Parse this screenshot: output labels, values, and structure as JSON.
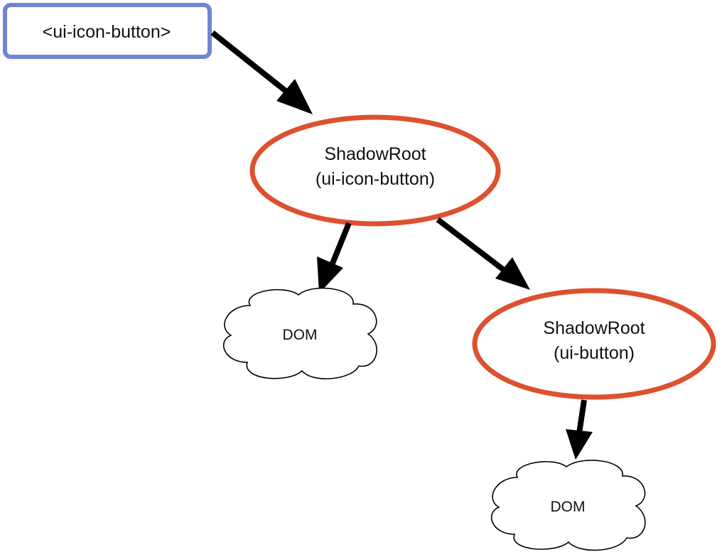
{
  "diagram": {
    "host_element": {
      "label": "<ui-icon-button>"
    },
    "shadow_root_1": {
      "title": "ShadowRoot",
      "subtitle": "(ui-icon-button)"
    },
    "dom_1": {
      "label": "DOM"
    },
    "shadow_root_2": {
      "title": "ShadowRoot",
      "subtitle": "(ui-button)"
    },
    "dom_2": {
      "label": "DOM"
    }
  },
  "colors": {
    "host_border": "#6f86d2",
    "shadow_border": "#dd5030",
    "arrow": "#000000",
    "cloud_stroke": "#000000"
  }
}
